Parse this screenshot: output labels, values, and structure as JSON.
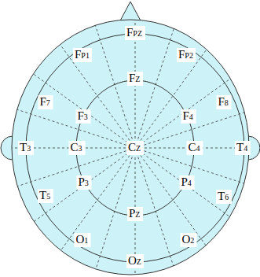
{
  "diagram": {
    "nodes": [
      {
        "text": [
          "FPZ"
        ]
      },
      {
        "text": [
          "FP1"
        ]
      },
      {
        "text": [
          "FP2"
        ]
      },
      {
        "text": [
          "F7"
        ]
      },
      {
        "text": [
          "FZ"
        ]
      },
      {
        "text": [
          "F8"
        ]
      },
      {
        "text": [
          "F3"
        ]
      },
      {
        "text": [
          "F4"
        ]
      },
      {
        "text": [
          "T3"
        ]
      },
      {
        "text": [
          "C3"
        ]
      },
      {
        "text": [
          "CZ"
        ]
      },
      {
        "text": [
          "C4"
        ]
      },
      {
        "text": [
          "T4"
        ]
      },
      {
        "text": [
          "P3"
        ]
      },
      {
        "text": [
          "P4"
        ]
      },
      {
        "text": [
          "T5"
        ]
      },
      {
        "text": [
          "PZ"
        ]
      },
      {
        "text": [
          "T6"
        ]
      },
      {
        "text": [
          "O1"
        ]
      },
      {
        "text": [
          "O2"
        ]
      },
      {
        "text": [
          "OZ"
        ]
      }
    ]
  }
}
